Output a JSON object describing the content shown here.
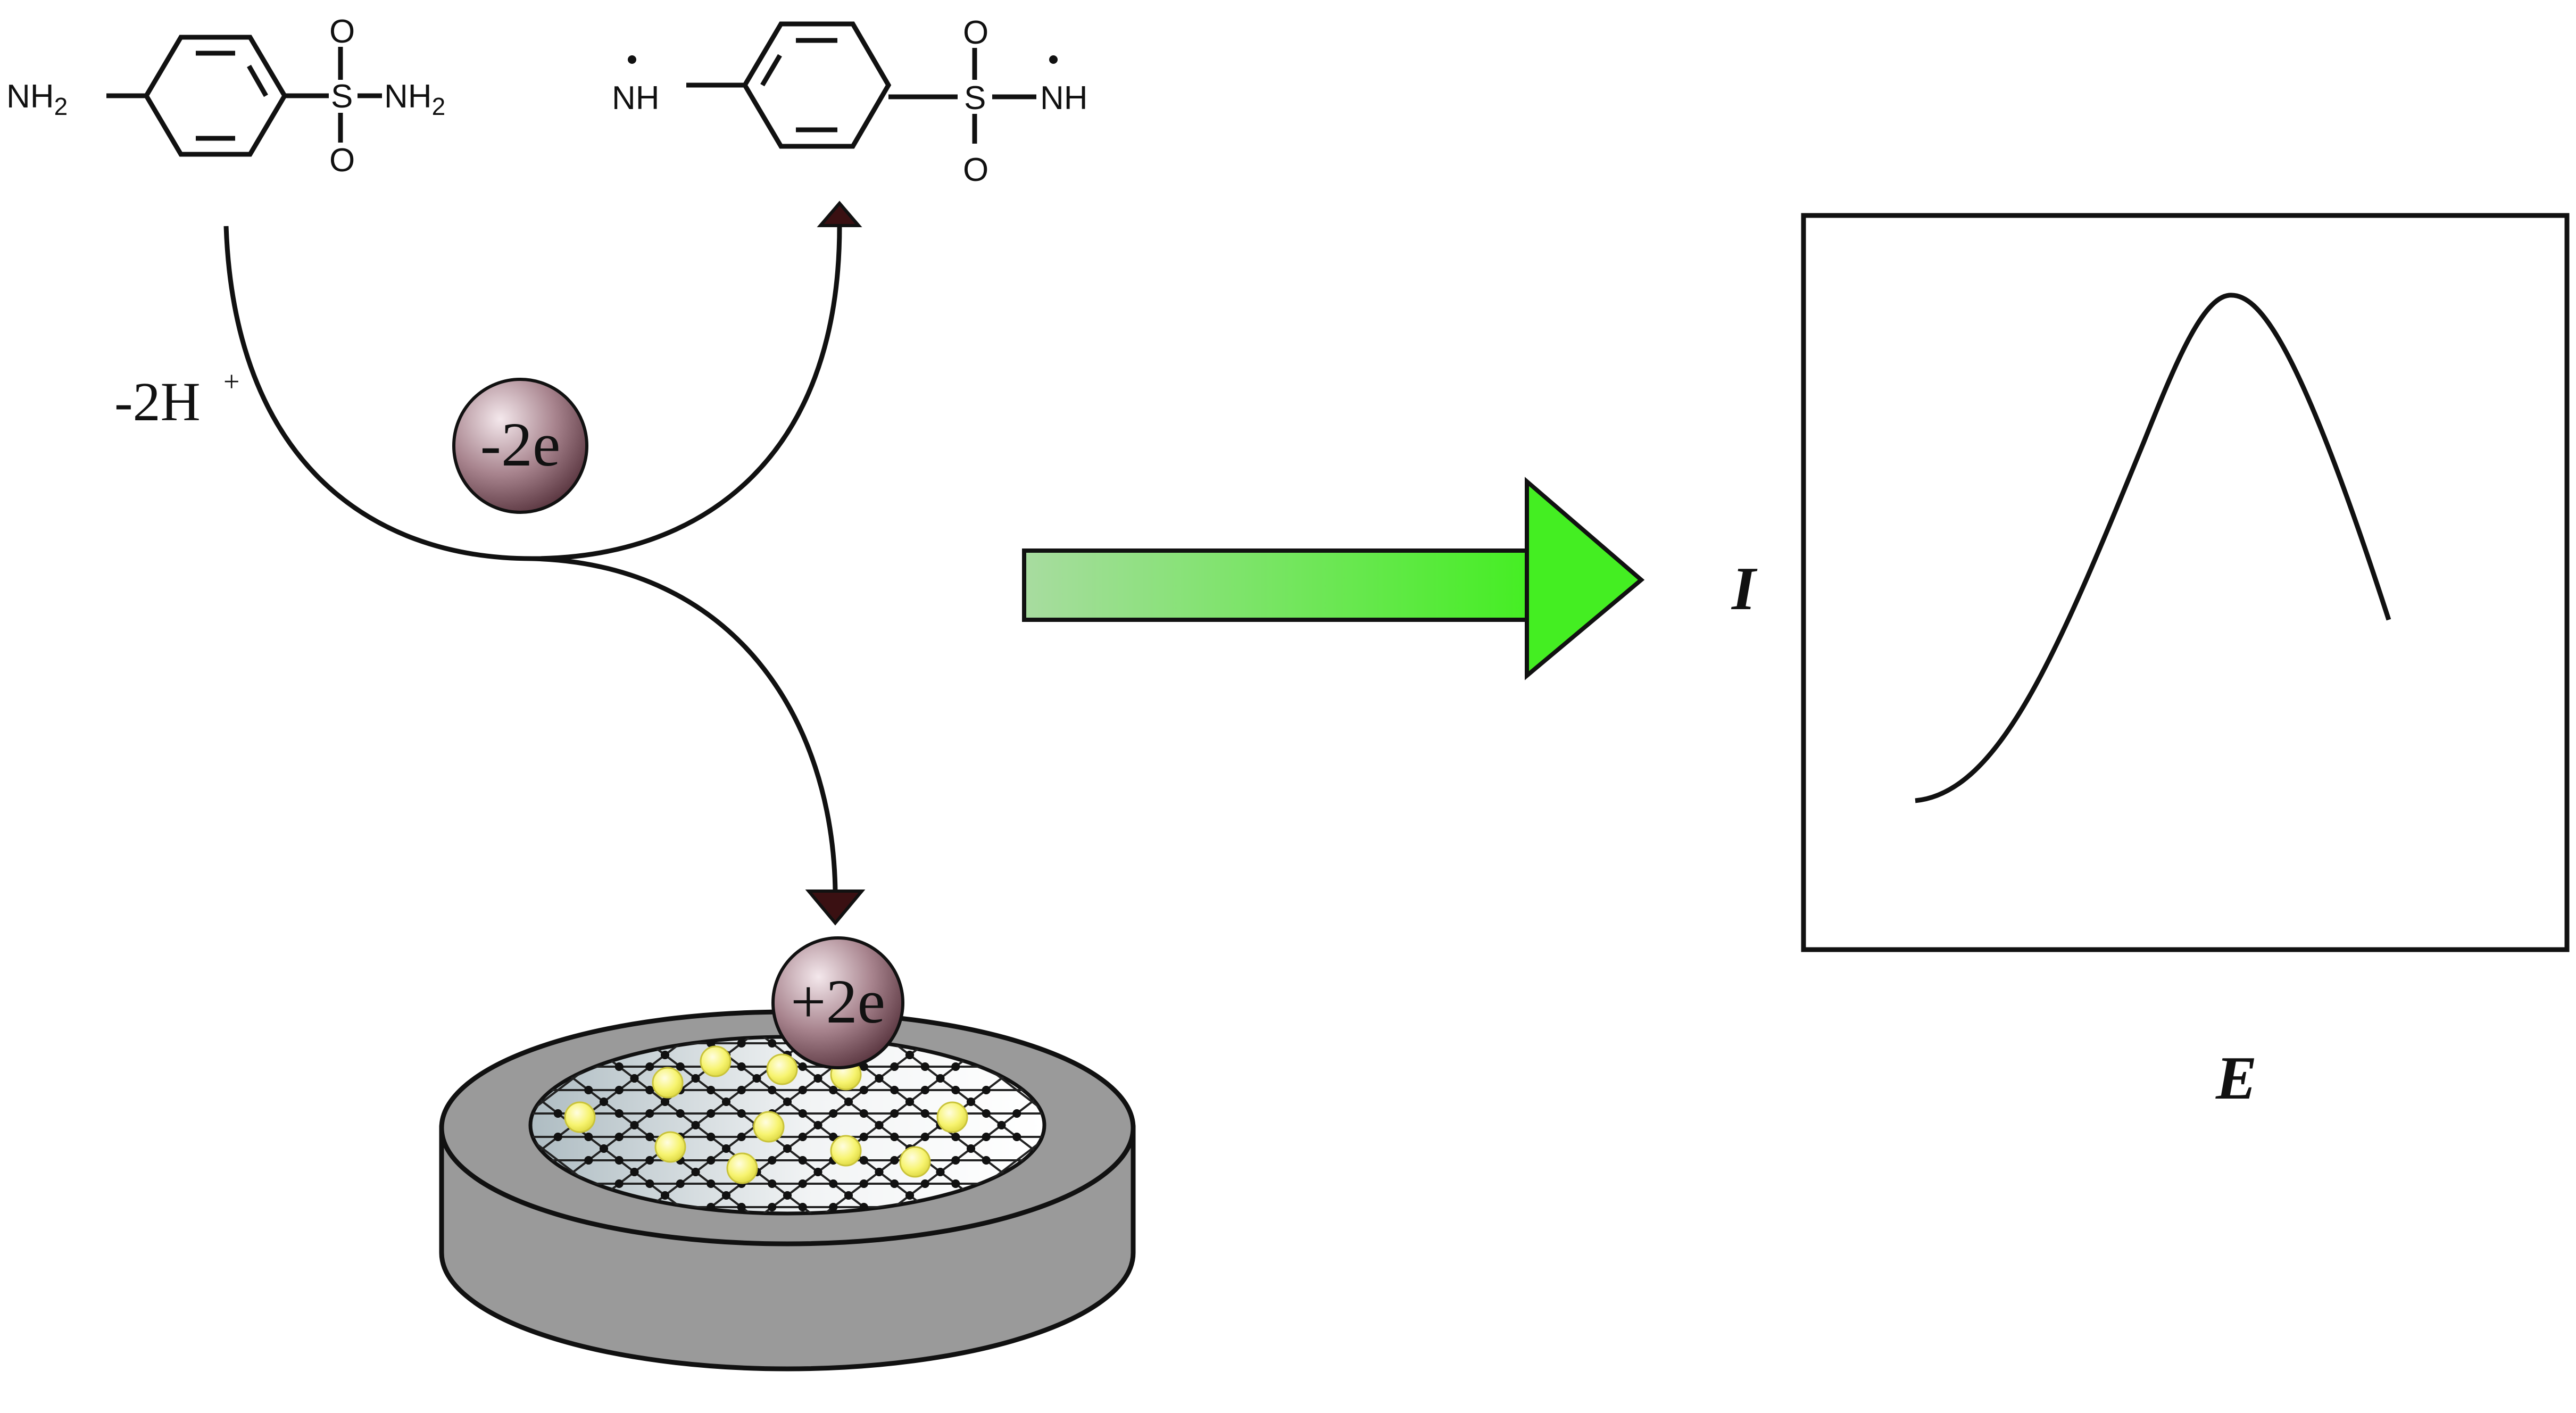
{
  "molecules": {
    "reactant": {
      "amine_group": "NH2",
      "sulfur": "S",
      "oxygen_top": "O",
      "oxygen_bottom": "O",
      "sulfonamide_group": "NH2",
      "subscript": "2"
    },
    "product": {
      "amine_radical": "NH",
      "sulfur": "S",
      "oxygen_top": "O",
      "oxygen_bottom": "O",
      "sulfonamide_radical": "NH",
      "radical_dot": "•"
    }
  },
  "reaction": {
    "proton_loss": "-2H",
    "proton_charge": "+",
    "electron_loss": "-2e",
    "electron_gain": "+2e"
  },
  "plot": {
    "y_label": "I",
    "x_label": "E"
  },
  "colors": {
    "line": "#111111",
    "electron_sphere_light": "#f4e8ec",
    "electron_sphere_dark": "#5a3640",
    "arrow_head": "#3a1012",
    "green_light": "#a8dca0",
    "green_bright": "#44ee22",
    "electrode_gray": "#9a9a9a",
    "nanoparticle": "#f7f470"
  }
}
